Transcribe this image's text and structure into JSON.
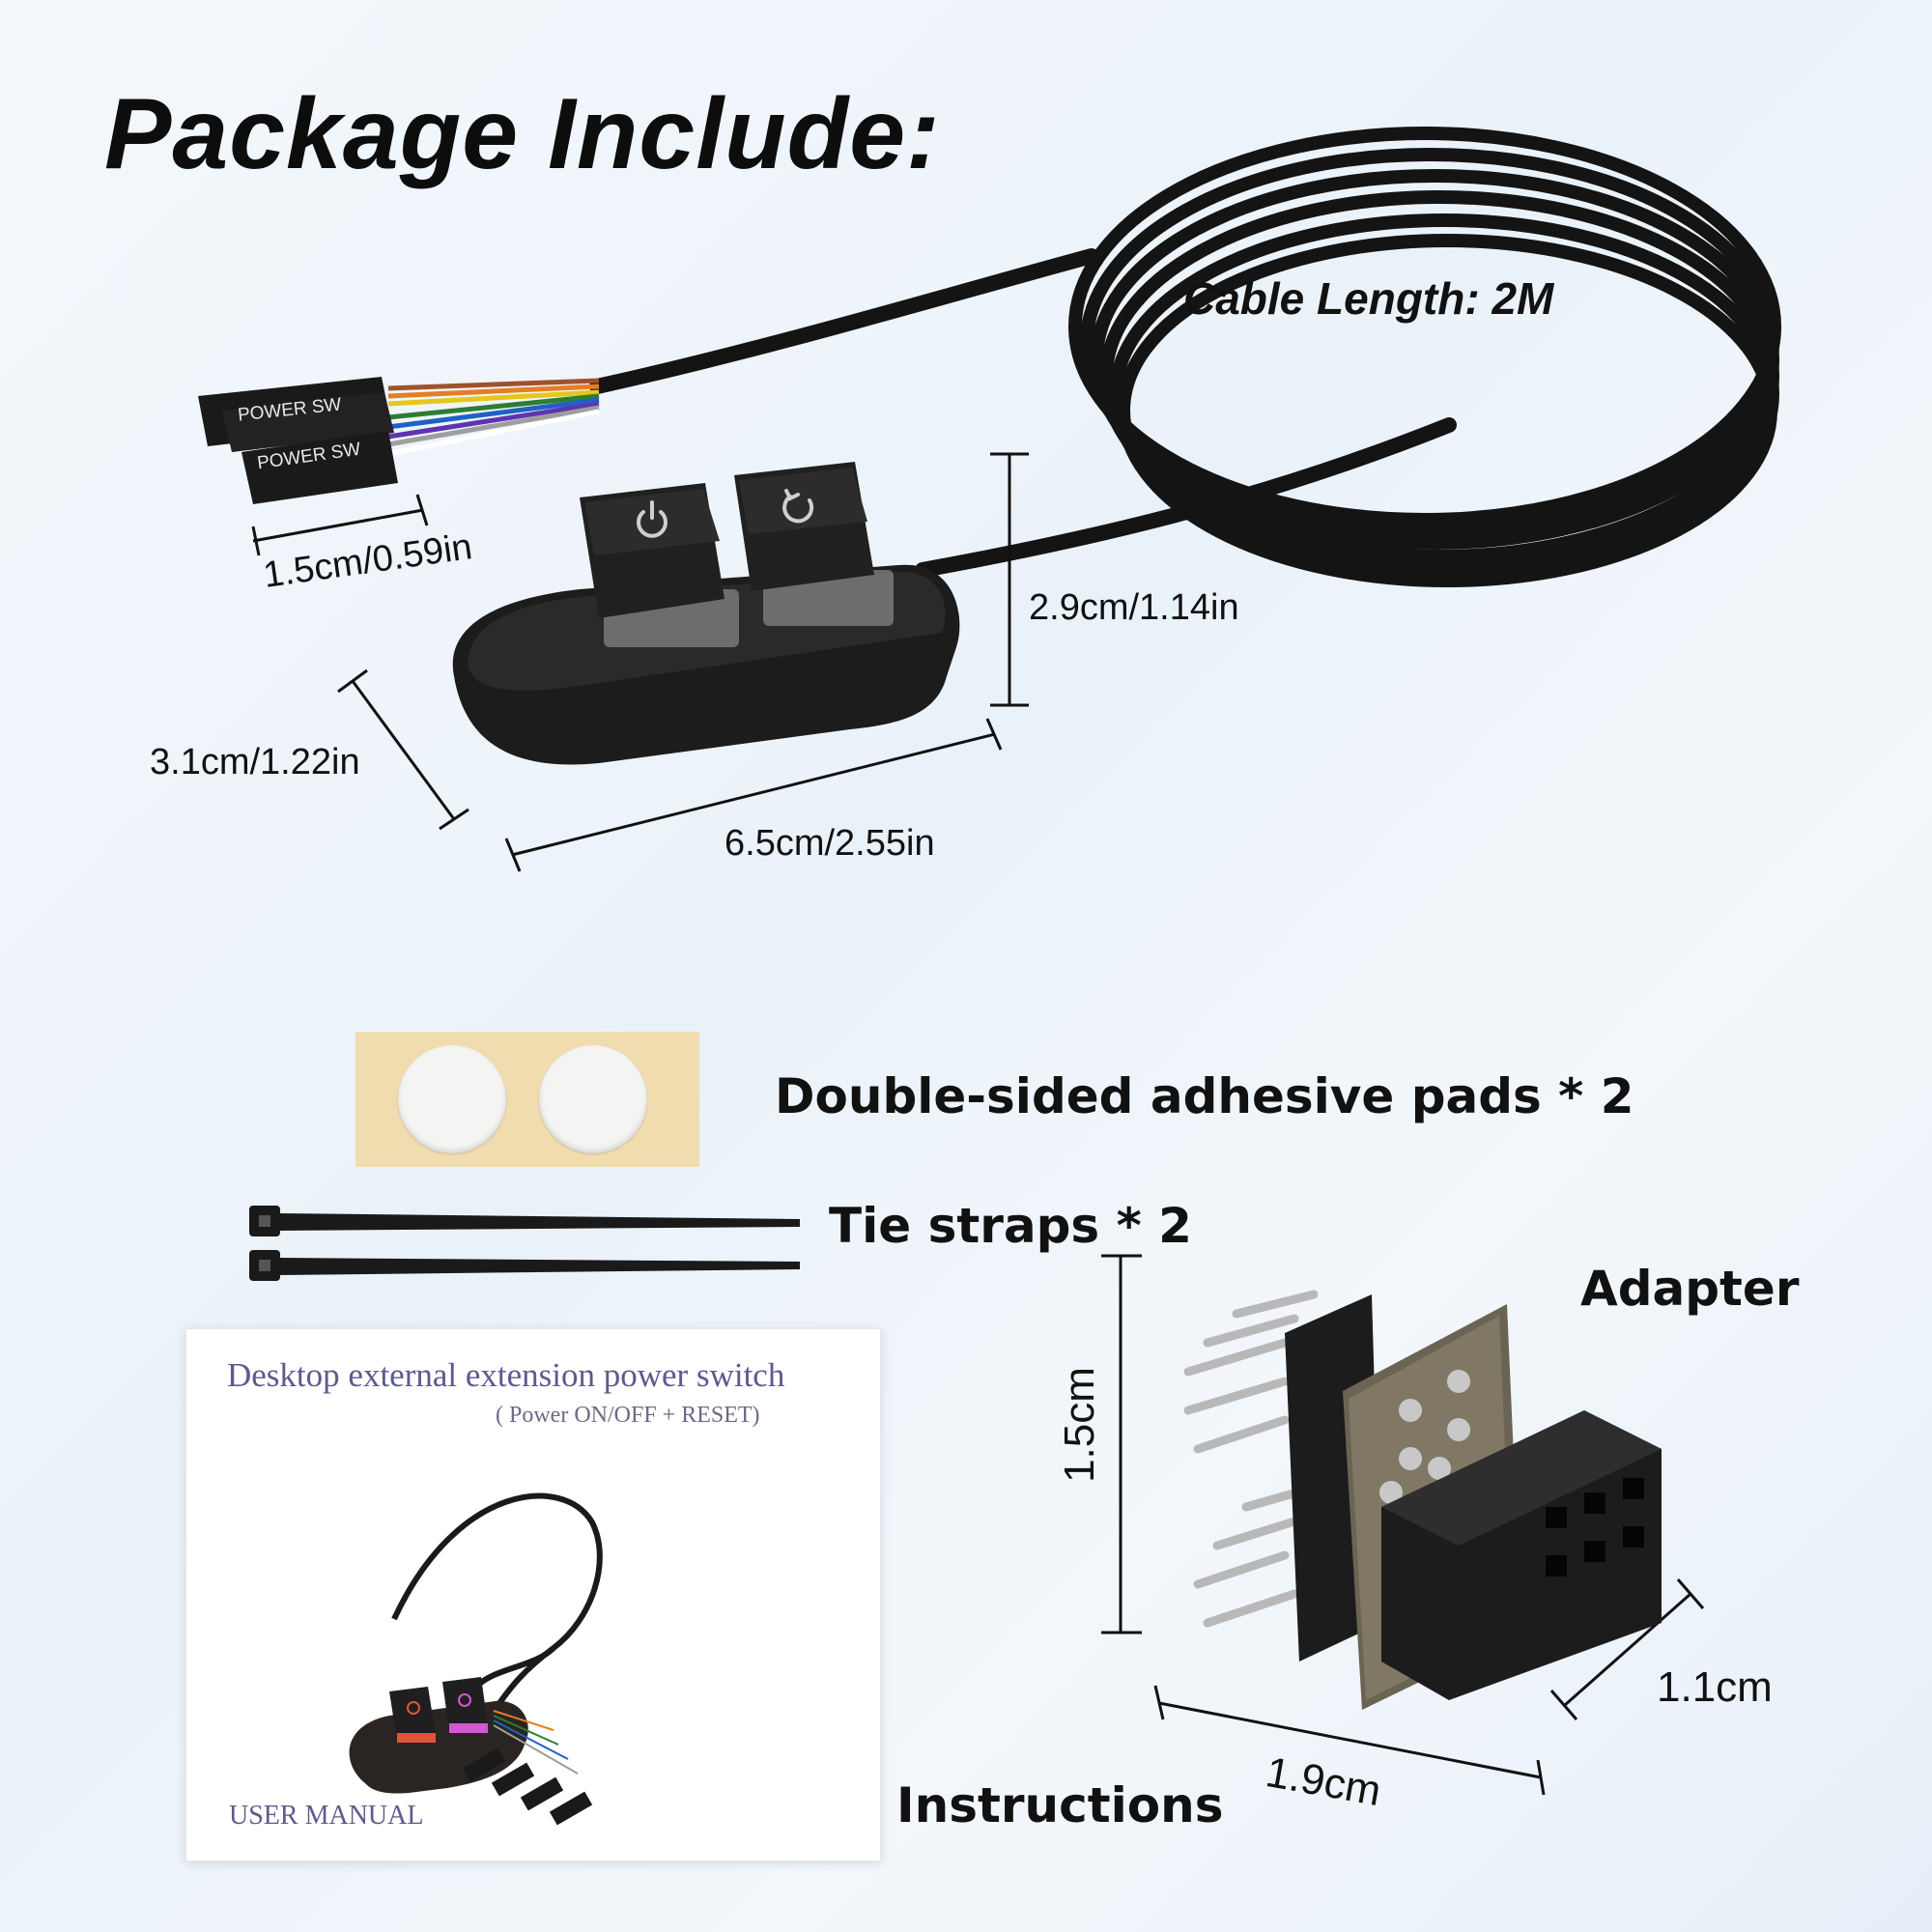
{
  "title": "Package Include:",
  "cable": {
    "length_label": "Cable Length: 2M"
  },
  "connectors": {
    "label_1": "POWER SW",
    "label_2": "POWER SW"
  },
  "dimensions": {
    "connector_width": "1.5cm/0.59in",
    "switch_height": "2.9cm/1.14in",
    "switch_depth": "3.1cm/1.22in",
    "switch_length": "6.5cm/2.55in",
    "adapter_height": "1.5cm",
    "adapter_width": "1.9cm",
    "adapter_depth": "1.1cm"
  },
  "items": {
    "adhesive_pads": "Double-sided adhesive pads * 2",
    "tie_straps": "Tie straps * 2",
    "adapter": "Adapter",
    "instructions": "Instructions"
  },
  "manual": {
    "title": "Desktop external extension power switch",
    "subtitle": "( Power ON/OFF + RESET)",
    "footer": "USER MANUAL"
  },
  "icons": [
    "power-icon",
    "reset-icon"
  ]
}
